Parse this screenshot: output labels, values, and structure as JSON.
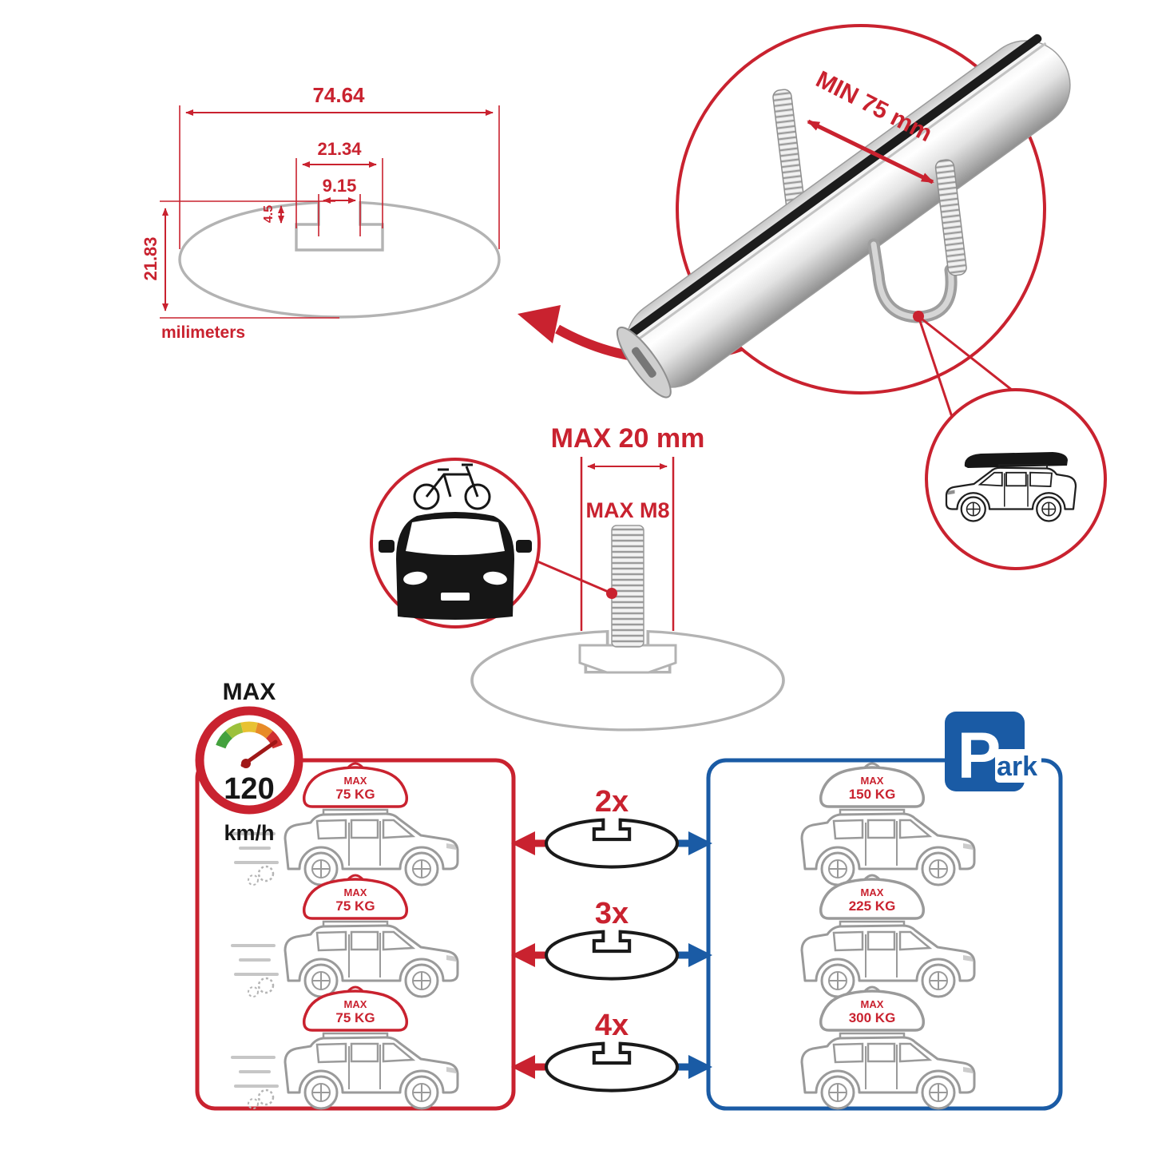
{
  "colors": {
    "accent_red": "#c9222f",
    "accent_blue": "#1a5ba5",
    "line_gray": "#b3b3b3",
    "black": "#161616"
  },
  "dimension_drawing": {
    "total_width": "74.64",
    "opening_width": "21.34",
    "slot_width": "9.15",
    "lip_height": "4.5",
    "total_height": "21.83",
    "units_label": "milimeters"
  },
  "crossbar_detail": {
    "min_clamp_label": "MIN 75 mm"
  },
  "bolt_detail": {
    "max_length_label": "MAX 20 mm",
    "max_thread_label": "MAX M8"
  },
  "speed_gauge": {
    "title": "MAX",
    "value": "120",
    "unit": "km/h"
  },
  "load_panels": {
    "driving": [
      {
        "prefix": "MAX",
        "weight": "75 KG"
      },
      {
        "prefix": "MAX",
        "weight": "75 KG"
      },
      {
        "prefix": "MAX",
        "weight": "75 KG"
      }
    ],
    "parked": [
      {
        "prefix": "MAX",
        "weight": "150 KG"
      },
      {
        "prefix": "MAX",
        "weight": "225 KG"
      },
      {
        "prefix": "MAX",
        "weight": "300 KG"
      }
    ],
    "multipliers": [
      "2x",
      "3x",
      "4x"
    ],
    "park_sign": {
      "letter": "P",
      "suffix": "ark"
    }
  }
}
